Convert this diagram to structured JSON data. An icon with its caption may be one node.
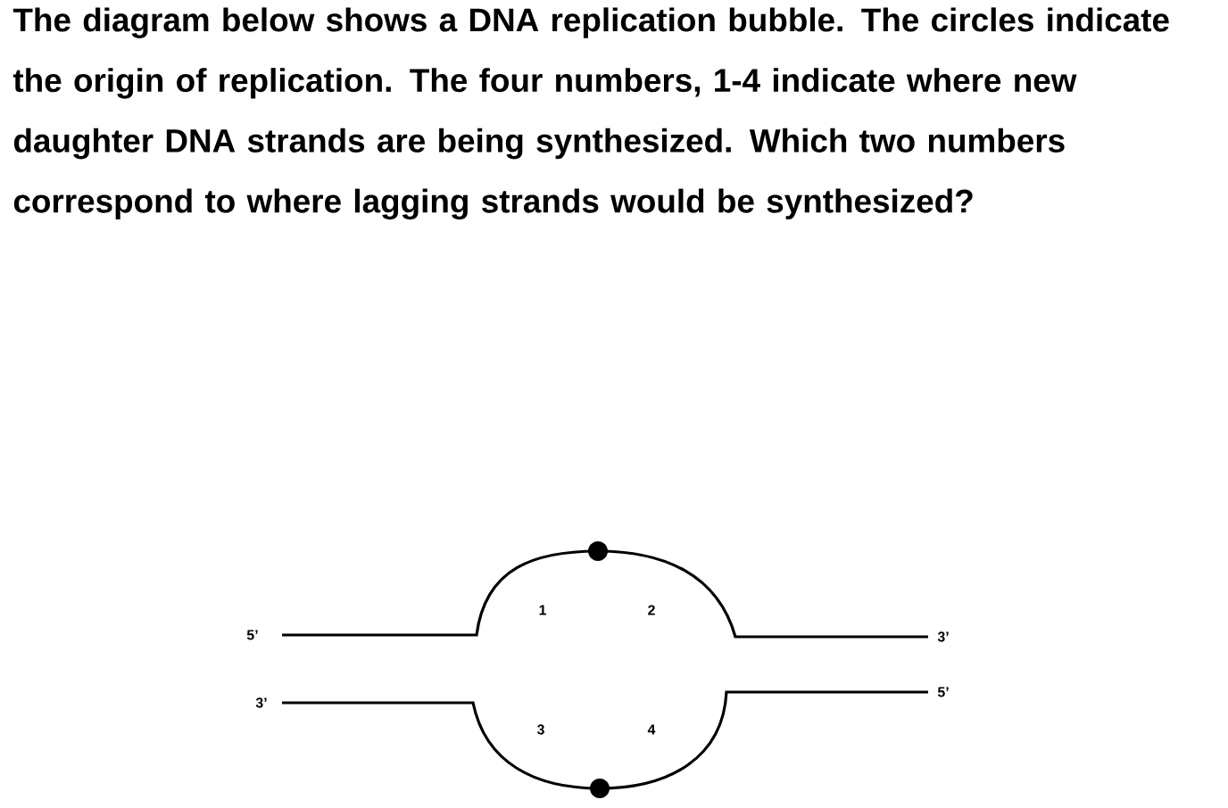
{
  "diagram": {
    "title": "The diagram below shows a DNA replication bubble. The circles indicate the origin of replication. The four numbers, 1-4 indicate where new daughter DNA strands are being synthesized. Which two numbers correspond to where lagging strands would be synthesized?",
    "labels": [
      "1",
      "2",
      "5’",
      "3’",
      "3’",
      "5’",
      "3",
      "4"
    ]
  }
}
